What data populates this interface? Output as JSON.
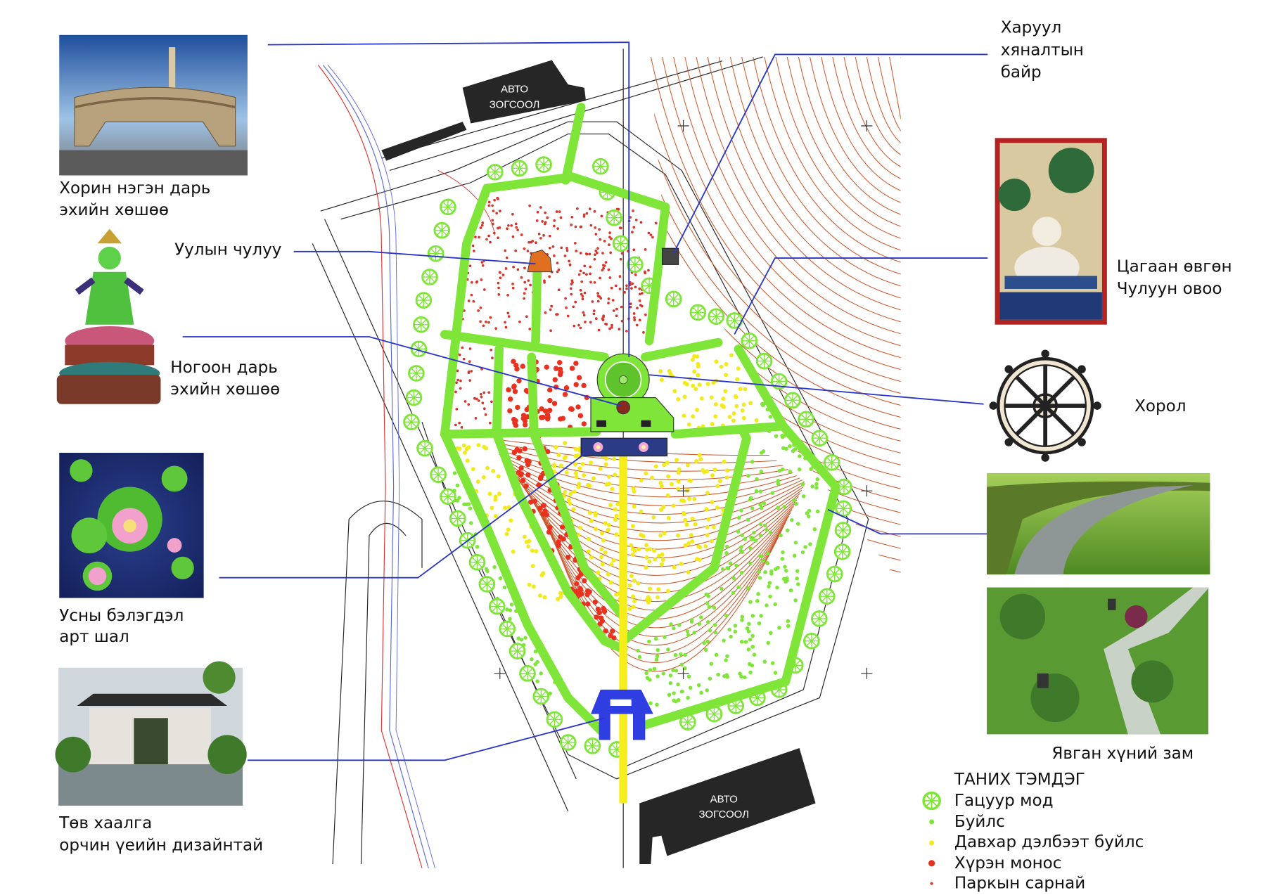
{
  "labels": {
    "monument": [
      "Хорин нэгэн дарь",
      "эхийн хөшөө"
    ],
    "rock": "Уулын чулуу",
    "green_tara": [
      "Ногоон дарь",
      "эхийн хөшөө"
    ],
    "water": [
      "Усны бэлэгдэл",
      "арт шал"
    ],
    "gate": [
      "Төв хаалга",
      "орчин үеийн дизайнтай"
    ],
    "guard": [
      "Харуул",
      "хяналтын",
      "байр"
    ],
    "tsagaan": [
      "Цагаан өвгөн",
      "Чулуун овоо"
    ],
    "khorol": "Хорол",
    "walkway": "Явган хүний зам"
  },
  "parking": {
    "top": [
      "АВТО",
      "ЗОГСООЛ"
    ],
    "bottom": [
      "АВТО",
      "ЗОГСООЛ"
    ]
  },
  "legend": {
    "title": "ТАНИХ ТЭМДЭГ",
    "items": [
      {
        "label": "Гацуур мод",
        "icon": "tree-icon"
      },
      {
        "label": "Буйлс",
        "icon": "green-dot-icon"
      },
      {
        "label": "Давхар дэлбээт буйлс",
        "icon": "yellow-dot-icon"
      },
      {
        "label": "Хүрэн монос",
        "icon": "red-dot-icon"
      },
      {
        "label": "Паркын сарнай",
        "icon": "small-red-dot-icon"
      }
    ]
  },
  "colors": {
    "path_green": "#7fe639",
    "connector_blue": "#2a35c9",
    "contour": "#c9582b",
    "almond": "#7fe639",
    "double_almond": "#f2ea1c",
    "brown_apple": "#e8321f",
    "park_rose": "#d8342a",
    "gate_blue": "#2f3ee0",
    "axis_yellow": "#f5ee1a"
  }
}
